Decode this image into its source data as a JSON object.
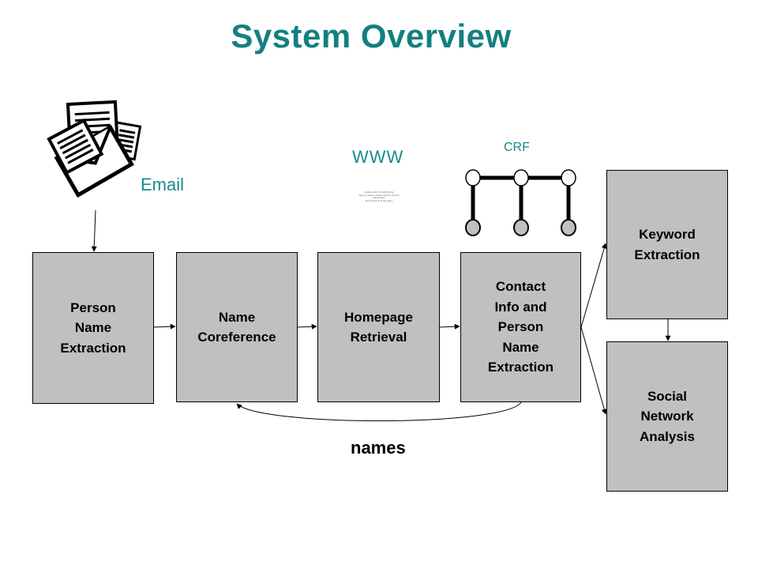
{
  "title": "System Overview",
  "labels": {
    "email": "Email",
    "www": "WWW",
    "crf": "CRF",
    "names": "names"
  },
  "placeholder_text": "Double-Click To Add Picture\nType or paste a picture directly into the placeholder\nand it sizes to fit the place",
  "boxes": {
    "person_name_extraction": "Person\nName\nExtraction",
    "name_coreference": "Name\nCoreference",
    "homepage_retrieval": "Homepage\nRetrieval",
    "contact_info": "Contact\nInfo and\nPerson\nName\nExtraction",
    "keyword_extraction": "Keyword\nExtraction",
    "social_network_analysis": "Social\nNetwork\nAnalysis"
  },
  "icons": {
    "documents": "documents-envelope-icon",
    "crf": "crf-chain-graph-icon"
  },
  "colors": {
    "title": "#138080",
    "label": "#1a8a8a",
    "box_fill": "#c0c0c0",
    "node_fill": "#c0c0c0"
  }
}
